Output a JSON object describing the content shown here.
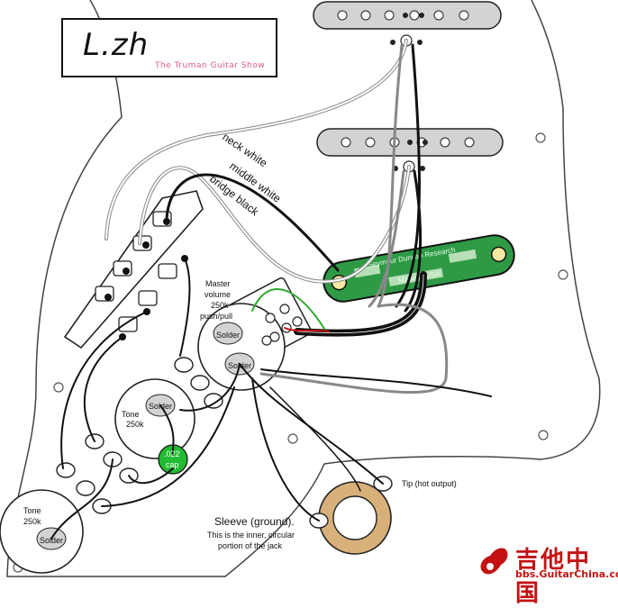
{
  "brand": {
    "title": "L.zh",
    "subtitle": "The Truman Guitar Show"
  },
  "labels": {
    "neck_white": "neck white",
    "middle_white": "middle white",
    "bridge_black": "bridge black",
    "master_volume": [
      "Master",
      "volume",
      "250k",
      "push/pull"
    ],
    "solder": "Solder",
    "tone_upper": [
      "Tone",
      "250k"
    ],
    "cap": [
      ".022",
      "cap"
    ],
    "tone_lower": [
      "Tone",
      "250k"
    ],
    "tip": "Tip (hot output)",
    "sleeve_title": "Sleeve (ground).",
    "sleeve_desc": [
      "This is the inner, circular",
      "portion of the jack"
    ],
    "humbucker": [
      "Seymour Duncan Research",
      "Made in USA"
    ]
  },
  "watermark": {
    "cn": "吉他中国",
    "url": "bbs.GuitarChina.com"
  },
  "colors": {
    "pickguard": "#ffffff",
    "pickup": "#d3d3d3",
    "pcb": "#2e9a45",
    "cap": "#22bb33",
    "jack_ring": "#d8b07a",
    "watermark": "#c41212"
  }
}
